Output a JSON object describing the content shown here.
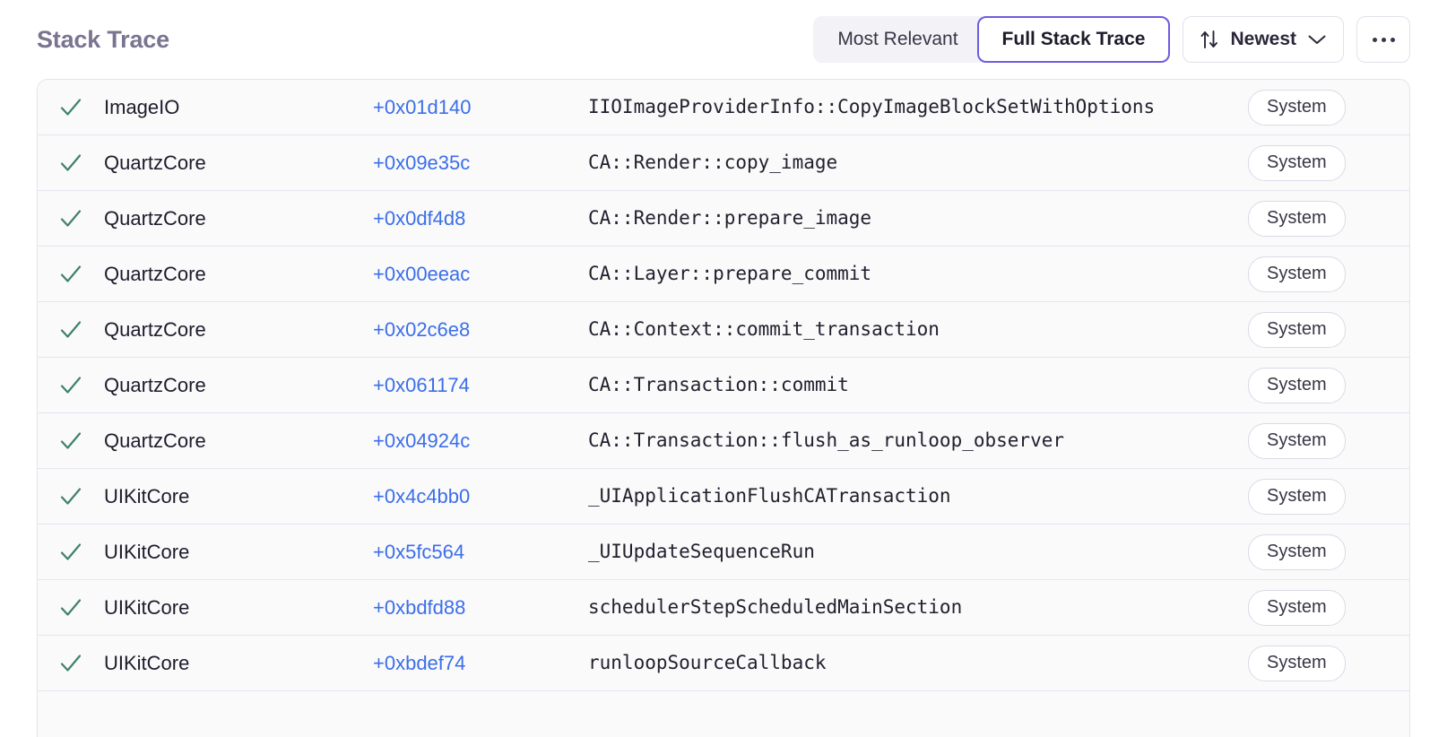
{
  "panel": {
    "title": "Stack Trace"
  },
  "toolbar": {
    "segmented": {
      "options": [
        {
          "label": "Most Relevant",
          "active": false
        },
        {
          "label": "Full Stack Trace",
          "active": true
        }
      ]
    },
    "sort": {
      "icon": "sort-arrows-icon",
      "label": "Newest",
      "chevron": "chevron-down-icon"
    },
    "more": {
      "icon": "ellipsis-icon",
      "label": "..."
    }
  },
  "colors": {
    "accent_purple": "#6c5ce0",
    "link_blue": "#3b6ee8",
    "check_green": "#3f8168",
    "title_muted": "#7a7490",
    "row_bg": "#fafafb",
    "divider": "#e7e5ef"
  },
  "frames": [
    {
      "status_icon": "checkmark-icon",
      "package": "ImageIO",
      "offset": "+0x01d140",
      "function": "IIOImageProviderInfo::CopyImageBlockSetWithOptions",
      "badge": "System"
    },
    {
      "status_icon": "checkmark-icon",
      "package": "QuartzCore",
      "offset": "+0x09e35c",
      "function": "CA::Render::copy_image",
      "badge": "System"
    },
    {
      "status_icon": "checkmark-icon",
      "package": "QuartzCore",
      "offset": "+0x0df4d8",
      "function": "CA::Render::prepare_image",
      "badge": "System"
    },
    {
      "status_icon": "checkmark-icon",
      "package": "QuartzCore",
      "offset": "+0x00eeac",
      "function": "CA::Layer::prepare_commit",
      "badge": "System"
    },
    {
      "status_icon": "checkmark-icon",
      "package": "QuartzCore",
      "offset": "+0x02c6e8",
      "function": "CA::Context::commit_transaction",
      "badge": "System"
    },
    {
      "status_icon": "checkmark-icon",
      "package": "QuartzCore",
      "offset": "+0x061174",
      "function": "CA::Transaction::commit",
      "badge": "System"
    },
    {
      "status_icon": "checkmark-icon",
      "package": "QuartzCore",
      "offset": "+0x04924c",
      "function": "CA::Transaction::flush_as_runloop_observer",
      "badge": "System"
    },
    {
      "status_icon": "checkmark-icon",
      "package": "UIKitCore",
      "offset": "+0x4c4bb0",
      "function": "_UIApplicationFlushCATransaction",
      "badge": "System"
    },
    {
      "status_icon": "checkmark-icon",
      "package": "UIKitCore",
      "offset": "+0x5fc564",
      "function": "_UIUpdateSequenceRun",
      "badge": "System"
    },
    {
      "status_icon": "checkmark-icon",
      "package": "UIKitCore",
      "offset": "+0xbdfd88",
      "function": "schedulerStepScheduledMainSection",
      "badge": "System"
    },
    {
      "status_icon": "checkmark-icon",
      "package": "UIKitCore",
      "offset": "+0xbdef74",
      "function": "runloopSourceCallback",
      "badge": "System"
    }
  ]
}
